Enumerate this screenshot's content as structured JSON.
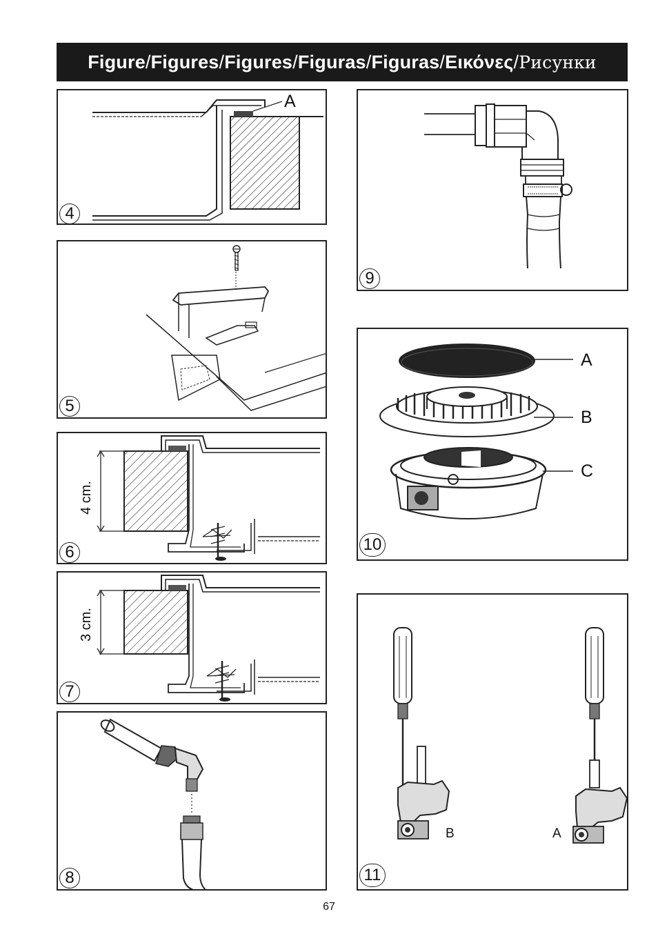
{
  "header": {
    "title_parts": [
      "Figure",
      "Figures",
      "Figures",
      "Figuras",
      "Figuras",
      "Εικόνες"
    ],
    "title_ru": "Рисунки",
    "separator": "/"
  },
  "figures": {
    "fig4": {
      "number": "4",
      "label_a": "A"
    },
    "fig5": {
      "number": "5"
    },
    "fig6": {
      "number": "6",
      "dimension": "4 cm."
    },
    "fig7": {
      "number": "7",
      "dimension": "3 cm."
    },
    "fig8": {
      "number": "8"
    },
    "fig9": {
      "number": "9"
    },
    "fig10": {
      "number": "10",
      "label_a": "A",
      "label_b": "B",
      "label_c": "C"
    },
    "fig11": {
      "number": "11",
      "label_b": "B",
      "label_a": "A"
    }
  },
  "page_number": "67"
}
